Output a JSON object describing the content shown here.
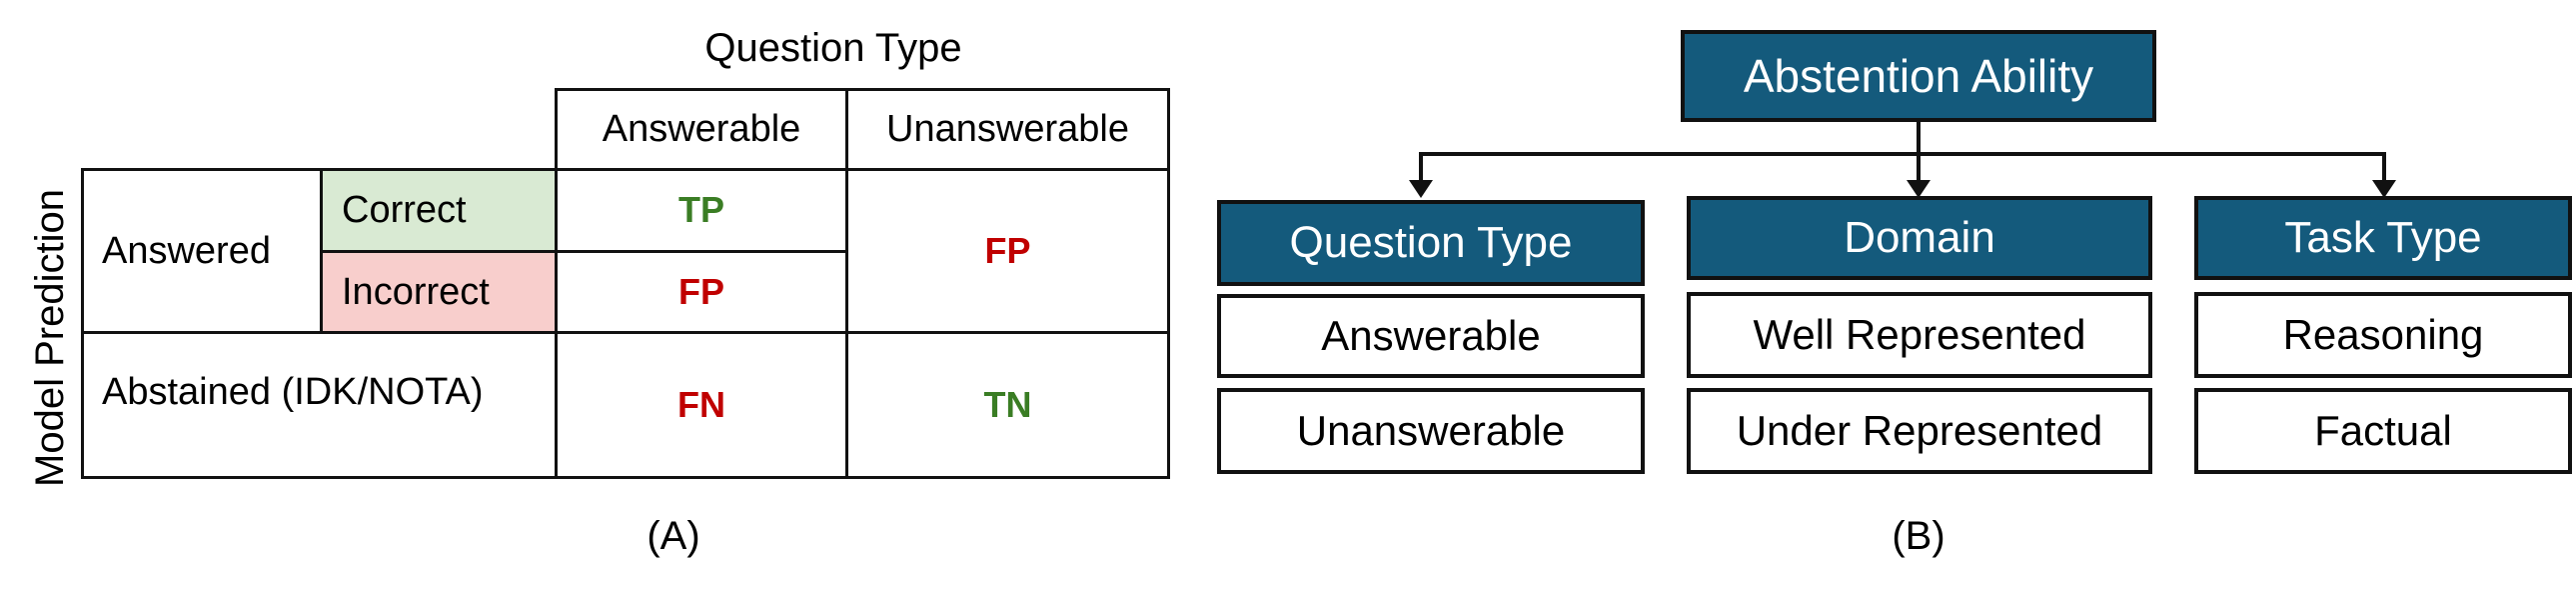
{
  "panel_a": {
    "header": "Question Type",
    "row_axis_label": "Model Prediction",
    "columns": [
      "Answerable",
      "Unanswerable"
    ],
    "rows": {
      "answered": "Answered",
      "correct": "Correct",
      "incorrect": "Incorrect",
      "abstained": "Abstained (IDK/NOTA)"
    },
    "cells": {
      "answered_correct_answerable": "TP",
      "answered_incorrect_answerable": "FP",
      "answered_unanswerable": "FP",
      "abstained_answerable": "FN",
      "abstained_unanswerable": "TN"
    },
    "caption": "(A)",
    "colors": {
      "correct_fill": "#d9ead3",
      "incorrect_fill": "#f8cecc",
      "good_text": "#3a7d24",
      "bad_text": "#c00000"
    }
  },
  "panel_b": {
    "root": "Abstention Ability",
    "categories": [
      {
        "title": "Question Type",
        "items": [
          "Answerable",
          "Unanswerable"
        ]
      },
      {
        "title": "Domain",
        "items": [
          "Well Represented",
          "Under Represented"
        ]
      },
      {
        "title": "Task Type",
        "items": [
          "Reasoning",
          "Factual"
        ]
      }
    ],
    "caption": "(B)",
    "colors": {
      "node_fill": "#145a7c",
      "node_text": "#ffffff"
    }
  }
}
